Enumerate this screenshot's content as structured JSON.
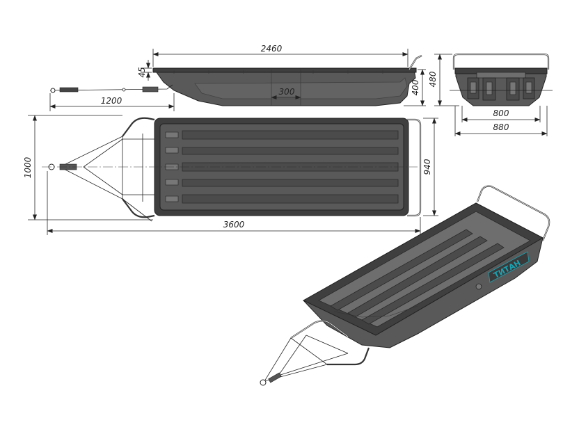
{
  "dimensions": {
    "length_side": "2460",
    "height_lip": "45",
    "groove_width": "300",
    "height_body": "400",
    "drawbar_length": "1200",
    "height_front": "480",
    "inner_width": "800",
    "outer_width": "880",
    "total_width": "1000",
    "body_width": "940",
    "total_length": "3600"
  },
  "brand": {
    "logo_text": "ТИТАН",
    "accent_color": "#1aa3b3"
  },
  "colors": {
    "body": "#595959",
    "body_dark": "#3f3f3f",
    "line": "#222222"
  }
}
